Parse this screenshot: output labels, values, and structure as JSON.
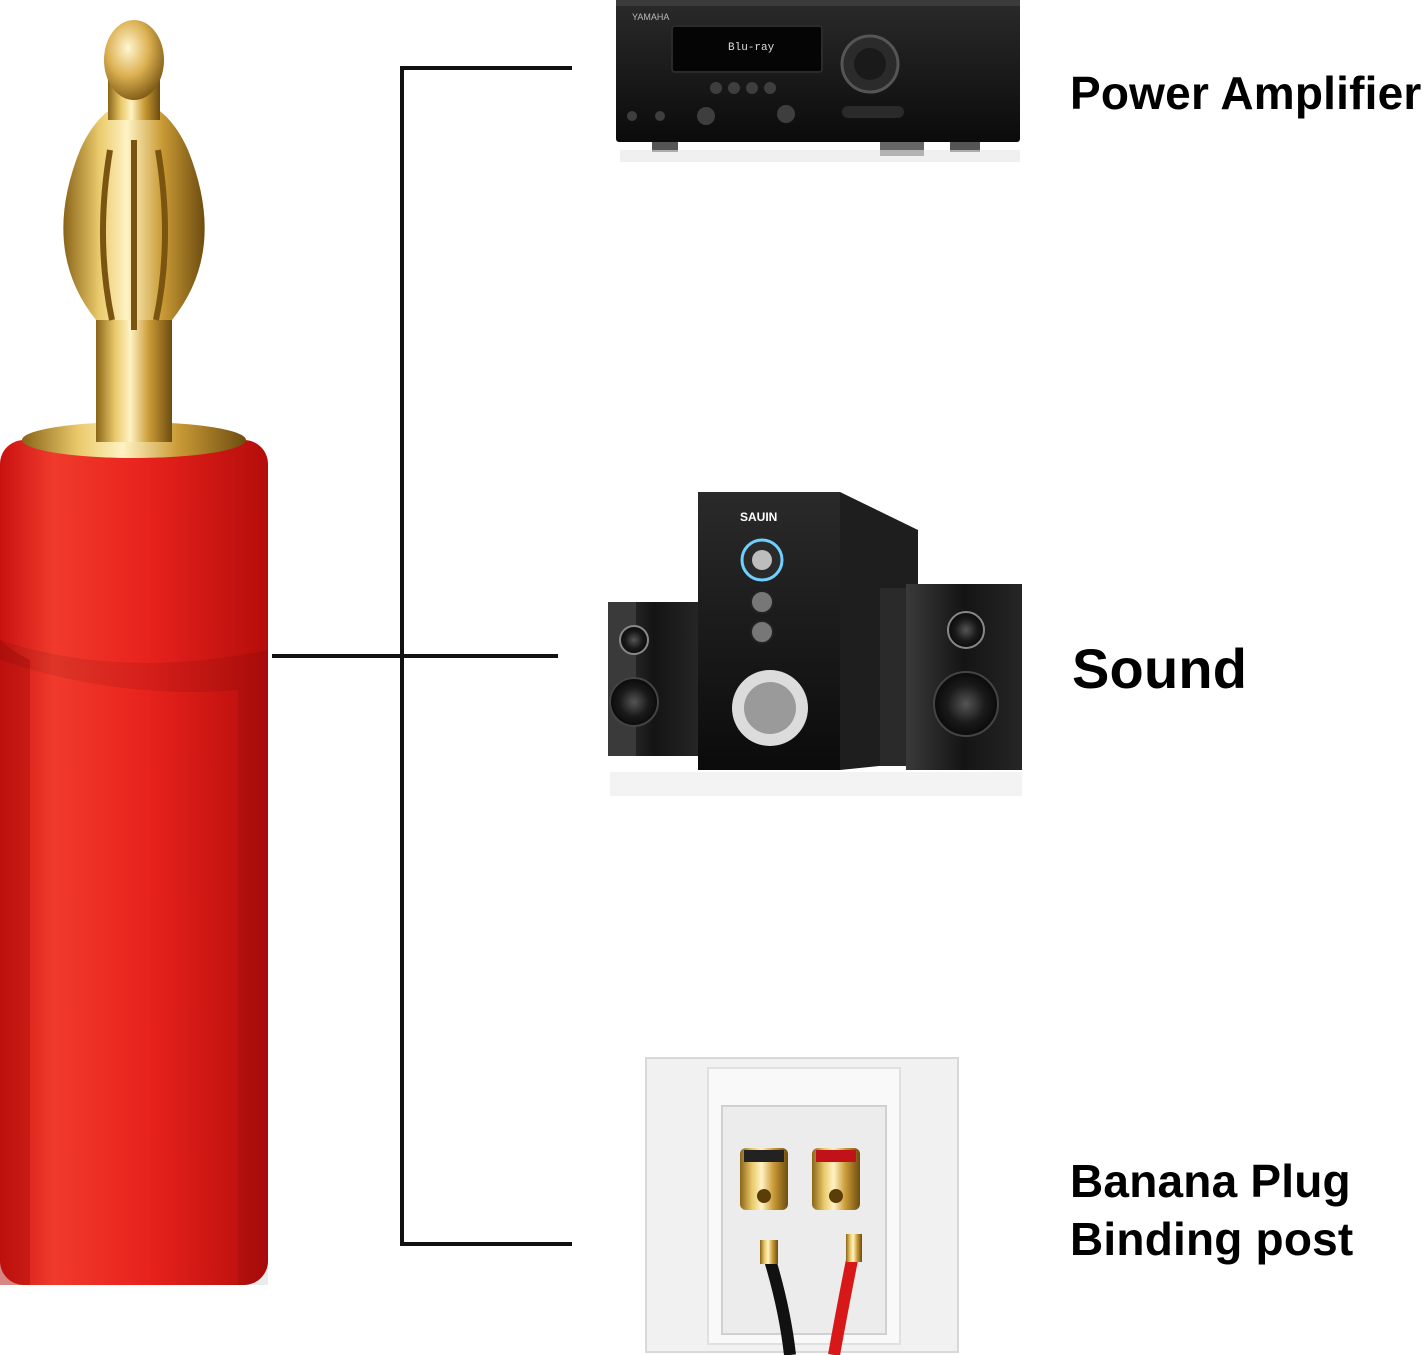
{
  "labels": {
    "amplifier": "Power Amplifier",
    "sound": "Sound",
    "binding_post_line1": "Banana Plug",
    "binding_post_line2": "Binding post"
  },
  "amplifier_brand": "YAMAHA",
  "amplifier_display": "Blu-ray",
  "speaker_brand": "SAUIN",
  "colors": {
    "plug_red": "#e8221d",
    "plug_gold": "#d6ac45",
    "connector_line": "#111111",
    "device_black": "#141414",
    "plate_white": "#f1f1f1"
  },
  "icons": [
    "banana-plug-icon",
    "amplifier-icon",
    "speaker-set-icon",
    "binding-post-plate-icon"
  ]
}
